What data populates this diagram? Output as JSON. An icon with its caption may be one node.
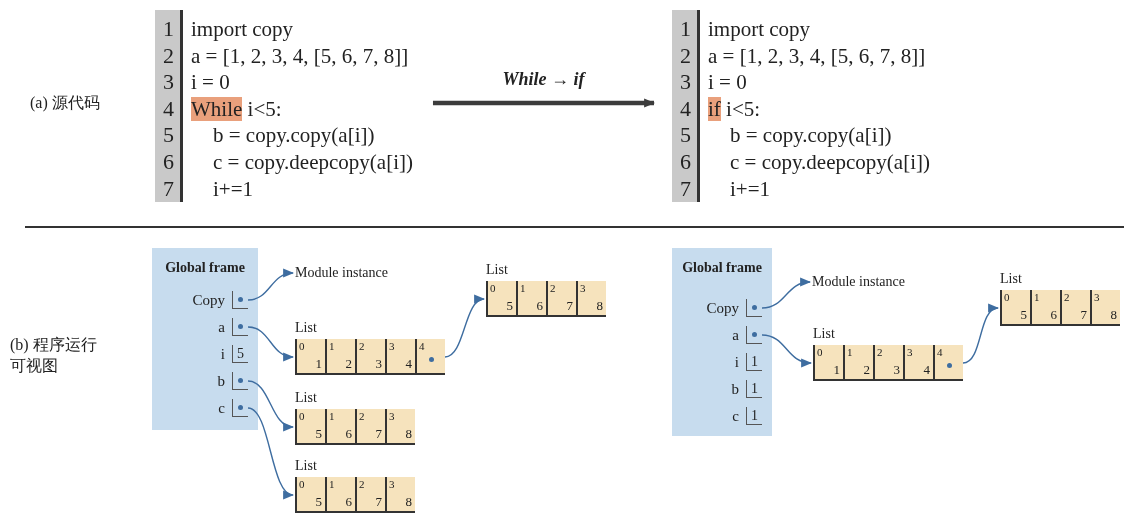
{
  "diagram": {
    "nodes": [
      {
        "text": [
          "1",
          "import copy",
          "2",
          "a = [1, 2, 3, 4, [5, 6, 7, 8]]",
          "3",
          "i = 0",
          "4",
          "While i<5:",
          "5",
          "b = copy.copy(a[i])",
          "6",
          "c = copy.deepcopy(a[i])",
          "7",
          "i+=1"
        ]
      },
      {
        "text": [
          "1",
          "import copy",
          "2",
          "a = [1, 2, 3, 4, [5, 6, 7, 8]]",
          "3",
          "i = 0",
          "4",
          "if i<5:",
          "5",
          "b = copy.copy(a[i])",
          "6",
          "c = copy.deepcopy(a[i])",
          "7",
          "i+=1"
        ]
      },
      {
        "text": [
          "Global frame"
        ]
      },
      {
        "text": [
          "Copy"
        ],
        "in": 2
      },
      {
        "text": [
          "a"
        ],
        "in": 2
      },
      {
        "text": [
          "i",
          "5"
        ],
        "in": 2
      },
      {
        "text": [
          "b"
        ],
        "in": 2
      },
      {
        "text": [
          "c"
        ],
        "in": 2
      },
      {
        "text": [
          "Module instance"
        ]
      },
      {
        "text": [
          "List"
        ]
      },
      {
        "text": [
          "0",
          "5"
        ],
        "in": 9
      },
      {
        "text": [
          "1",
          "6"
        ],
        "in": 9
      },
      {
        "text": [
          "2",
          "7"
        ],
        "in": 9
      },
      {
        "text": [
          "3",
          "8"
        ],
        "in": 9
      },
      {
        "text": [
          "List"
        ]
      },
      {
        "text": [
          "0",
          "1"
        ],
        "in": 14
      },
      {
        "text": [
          "1",
          "2"
        ],
        "in": 14
      },
      {
        "text": [
          "2",
          "3"
        ],
        "in": 14
      },
      {
        "text": [
          "3",
          "4"
        ],
        "in": 14
      },
      {
        "text": [
          "4"
        ],
        "in": 14
      },
      {
        "text": [
          "List"
        ]
      },
      {
        "text": [
          "0",
          "5"
        ],
        "in": 20
      },
      {
        "text": [
          "1",
          "6"
        ],
        "in": 20
      },
      {
        "text": [
          "2",
          "7"
        ],
        "in": 20
      },
      {
        "text": [
          "3",
          "8"
        ],
        "in": 20
      },
      {
        "text": [
          "List"
        ]
      },
      {
        "text": [
          "0",
          "5"
        ],
        "in": 25
      },
      {
        "text": [
          "1",
          "6"
        ],
        "in": 25
      },
      {
        "text": [
          "2",
          "7"
        ],
        "in": 25
      },
      {
        "text": [
          "3",
          "8"
        ],
        "in": 25
      },
      {
        "text": [
          "Global frame"
        ]
      },
      {
        "text": [
          "Copy"
        ],
        "in": 30
      },
      {
        "text": [
          "a"
        ],
        "in": 30
      },
      {
        "text": [
          "i",
          "1"
        ],
        "in": 30
      },
      {
        "text": [
          "b",
          "1"
        ],
        "in": 30
      },
      {
        "text": [
          "c",
          "1"
        ],
        "in": 30
      },
      {
        "text": [
          "Module instance"
        ]
      },
      {
        "text": [
          "List"
        ]
      },
      {
        "text": [
          "0",
          "5"
        ],
        "in": 37
      },
      {
        "text": [
          "1",
          "6"
        ],
        "in": 37
      },
      {
        "text": [
          "2",
          "7"
        ],
        "in": 37
      },
      {
        "text": [
          "3",
          "8"
        ],
        "in": 37
      },
      {
        "text": [
          "List"
        ]
      },
      {
        "text": [
          "0",
          "1"
        ],
        "in": 42
      },
      {
        "text": [
          "1",
          "2"
        ],
        "in": 42
      },
      {
        "text": [
          "2",
          "3"
        ],
        "in": 42
      },
      {
        "text": [
          "3",
          "4"
        ],
        "in": 42
      },
      {
        "text": [
          "4"
        ],
        "in": 42
      }
    ],
    "edges": [
      {
        "from": 0,
        "to": 1,
        "arrow": "to",
        "label": "While → if",
        "style": "thick",
        "color": "#3c3c3c"
      },
      {
        "from": 3,
        "to": 8,
        "arrow": "to"
      },
      {
        "from": 4,
        "to": 14,
        "arrow": "to"
      },
      {
        "from": 19,
        "to": 9,
        "arrow": "to"
      },
      {
        "from": 6,
        "to": 20,
        "arrow": "to"
      },
      {
        "from": 7,
        "to": 25,
        "arrow": "to"
      },
      {
        "from": 31,
        "to": 36,
        "arrow": "to"
      },
      {
        "from": 32,
        "to": 42,
        "arrow": "to"
      },
      {
        "from": 47,
        "to": 37,
        "arrow": "to"
      }
    ],
    "labels": [
      "(a) 源代码",
      "(b) 程序运行可视图"
    ]
  }
}
